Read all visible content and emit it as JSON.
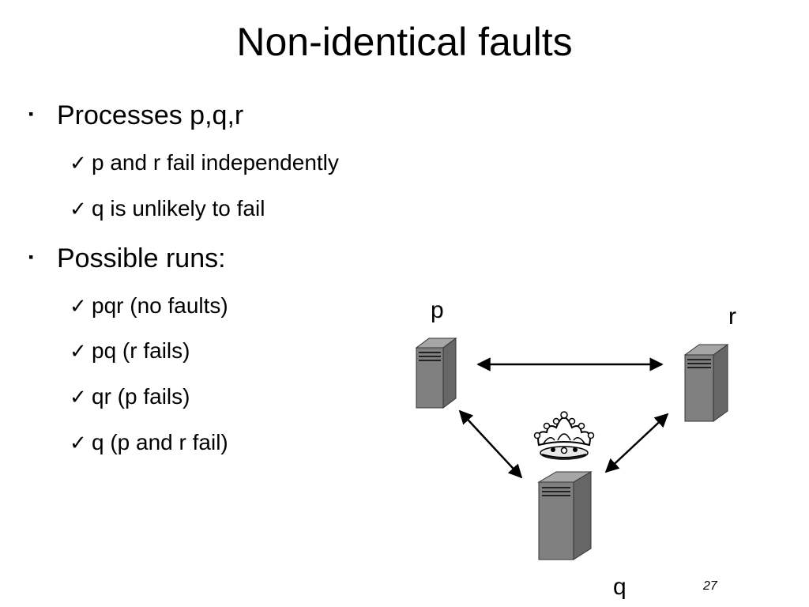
{
  "slide": {
    "title": "Non-identical faults",
    "bullet_marker": "▪",
    "check_icon": "✓",
    "bullets": [
      {
        "text": "Processes p,q,r",
        "subitems": [
          "p and r fail independently",
          "q is unlikely to fail"
        ]
      },
      {
        "text": "Possible runs:",
        "subitems": [
          "pqr (no faults)",
          "pq (r fails)",
          "qr (p fails)",
          "q (p and r fail)"
        ]
      }
    ],
    "page_number": "27"
  },
  "diagram": {
    "nodes": [
      {
        "id": "p",
        "label": "p",
        "icon": "server-icon"
      },
      {
        "id": "r",
        "label": "r",
        "icon": "server-icon"
      },
      {
        "id": "q",
        "label": "q",
        "icon": "server-icon",
        "badge": "crown-icon"
      }
    ],
    "edges": [
      {
        "from": "p",
        "to": "r",
        "bidirectional": true
      },
      {
        "from": "p",
        "to": "q",
        "bidirectional": true
      },
      {
        "from": "r",
        "to": "q",
        "bidirectional": true
      }
    ],
    "colors": {
      "server_front": "#808080",
      "server_side": "#666666",
      "server_top": "#a6a6a6",
      "arrow": "#000000"
    }
  }
}
